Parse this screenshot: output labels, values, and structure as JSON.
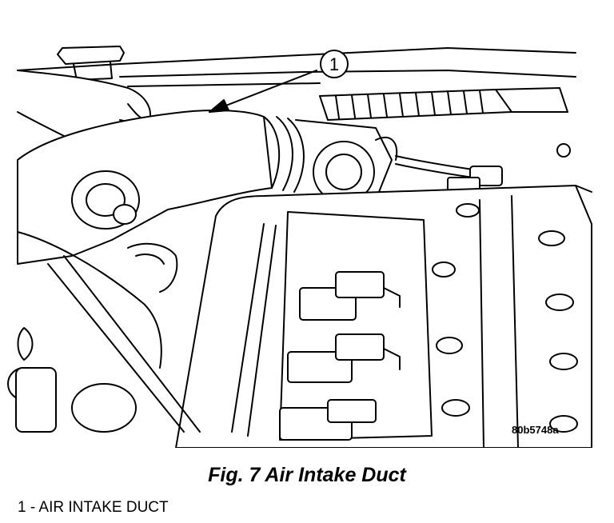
{
  "figure": {
    "callout_number": "1",
    "figure_code": "80b5748a",
    "caption": "Fig. 7 Air Intake Duct",
    "legend": [
      {
        "text": "1 - AIR INTAKE DUCT"
      }
    ]
  },
  "colors": {
    "ink": "#000000",
    "paper": "#ffffff"
  }
}
